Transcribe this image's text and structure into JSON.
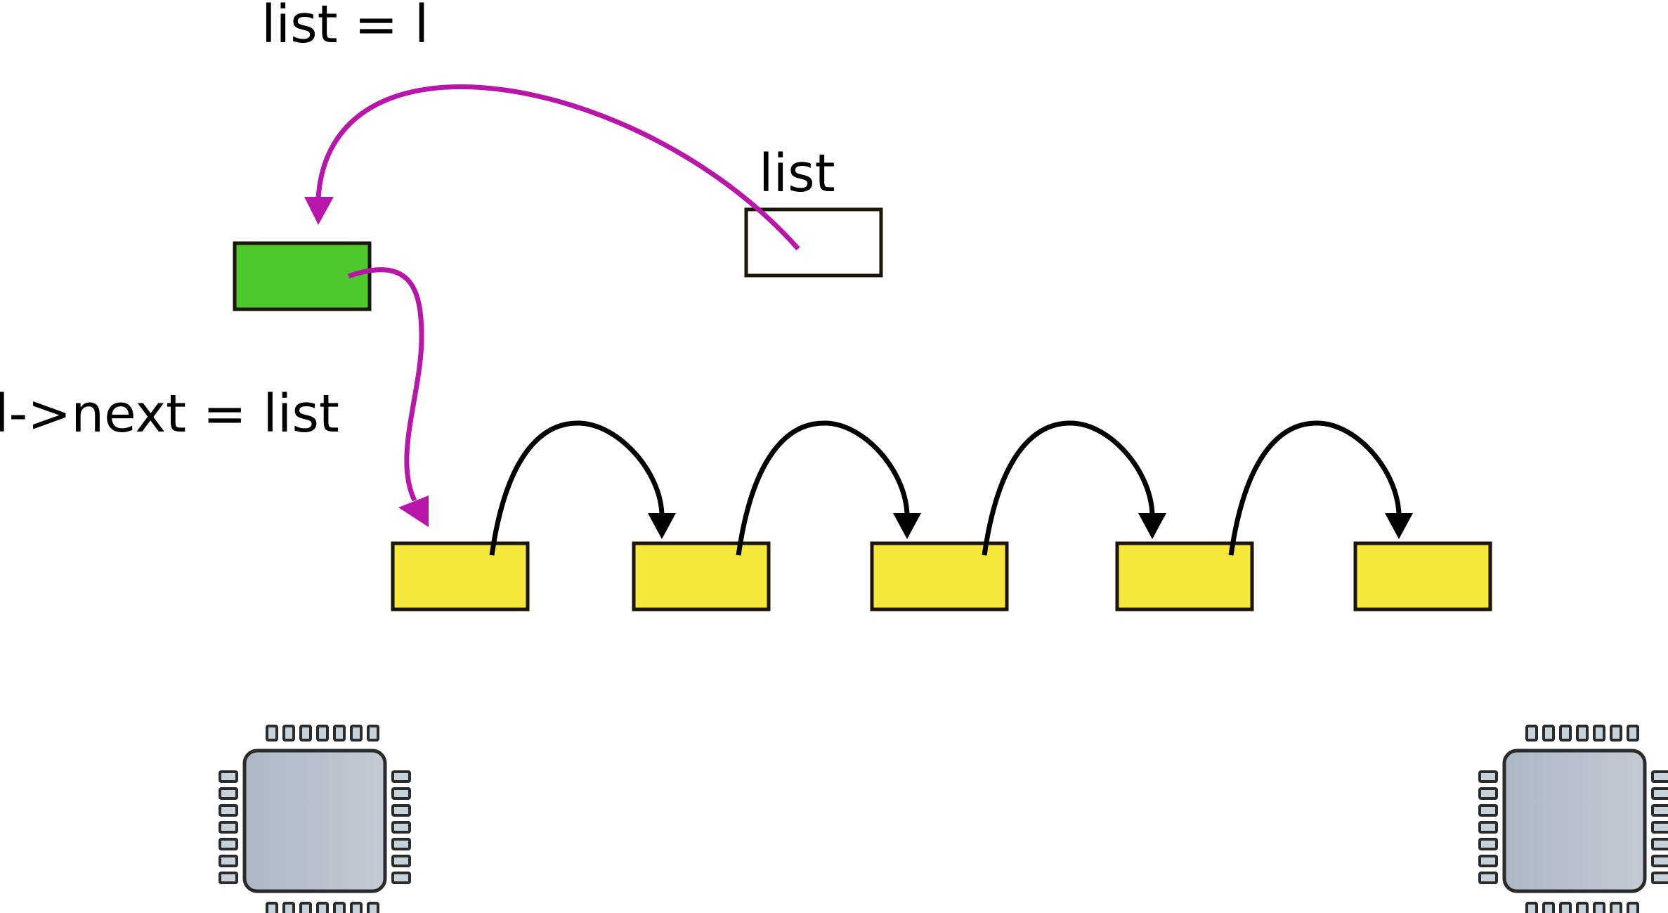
{
  "labels": {
    "assign_head": "list = l",
    "list_var": "list",
    "assign_next": "l->next = list"
  },
  "colors": {
    "new_node": "#4ec92c",
    "list_node": "#f5e83a",
    "pointer_box": "#ffffff",
    "outline": "#1a1608",
    "new_link": "#b716a8",
    "chain_link": "#000000",
    "chip_body": "#b8c2cc",
    "chip_outline": "#2b2b2b"
  },
  "icons": {
    "cpu_left": "cpu-chip-icon",
    "cpu_right": "cpu-chip-icon"
  },
  "list_node_count": 5
}
